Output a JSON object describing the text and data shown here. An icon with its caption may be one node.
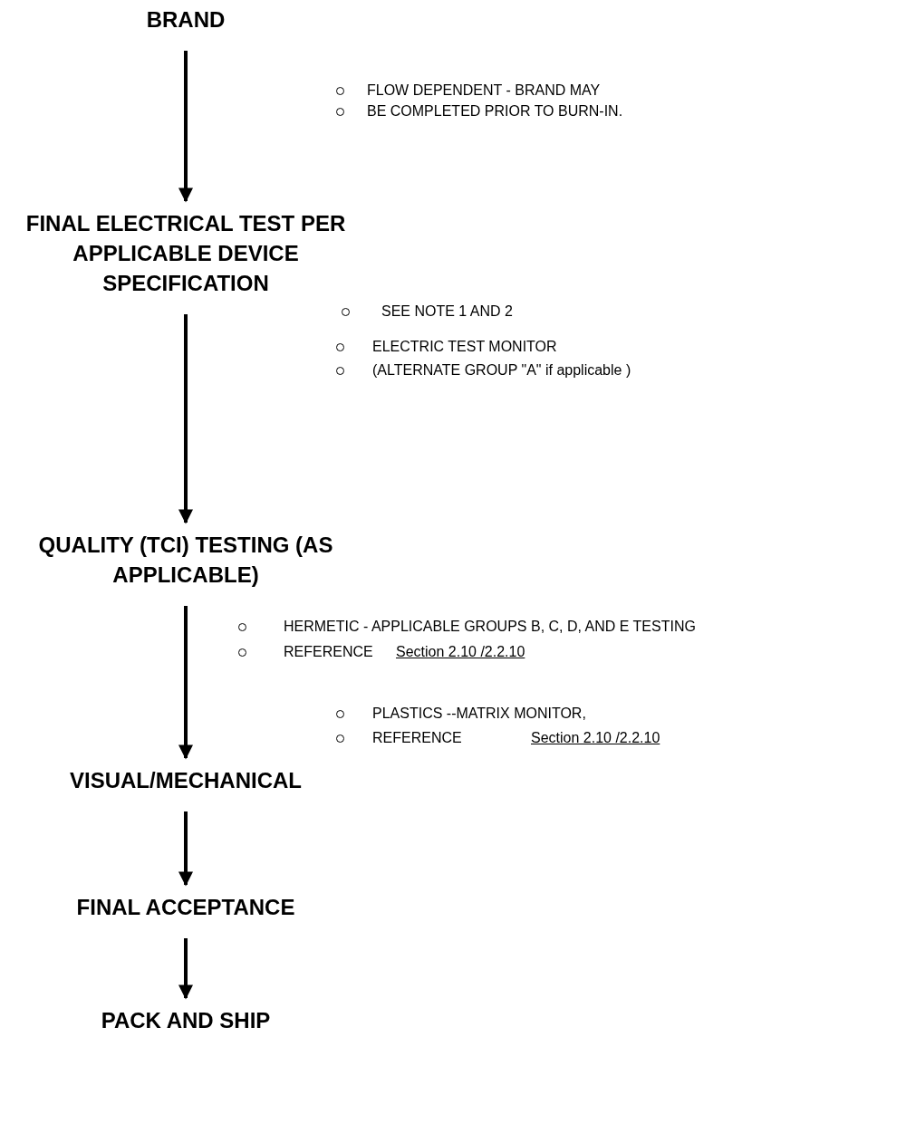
{
  "diagram": {
    "nodes": [
      {
        "text": [
          "BRAND"
        ]
      },
      {
        "text": [
          "FINAL ELECTRICAL TEST PER APPLICABLE DEVICE SPECIFICATION"
        ]
      },
      {
        "text": [
          "QUALITY (TCI) TESTING (AS APPLICABLE)"
        ]
      },
      {
        "text": [
          "VISUAL/MECHANICAL"
        ]
      },
      {
        "text": [
          "FINAL ACCEPTANCE"
        ]
      },
      {
        "text": [
          "PACK AND SHIP"
        ]
      }
    ],
    "edges": [
      {
        "from": 0,
        "to": 1,
        "arrow": "to"
      },
      {
        "from": 1,
        "to": 2,
        "arrow": "to"
      },
      {
        "from": 2,
        "to": 3,
        "arrow": "to"
      },
      {
        "from": 3,
        "to": 4,
        "arrow": "to"
      },
      {
        "from": 4,
        "to": 5,
        "arrow": "to"
      }
    ],
    "labels": [
      "FLOW DEPENDENT - BRAND MAY",
      "BE COMPLETED PRIOR TO BURN-IN.",
      "SEE NOTE 1 AND 2",
      "ELECTRIC TEST MONITOR",
      "(ALTERNATE GROUP \"A\" if applicable )",
      "HERMETIC - APPLICABLE GROUPS B, C, D, AND E TESTING",
      "REFERENCE",
      "Section 2.10 /2.2.10",
      "PLASTICS --MATRIX MONITOR,",
      "REFERENCE",
      "Section 2.10 /2.2.10"
    ]
  }
}
